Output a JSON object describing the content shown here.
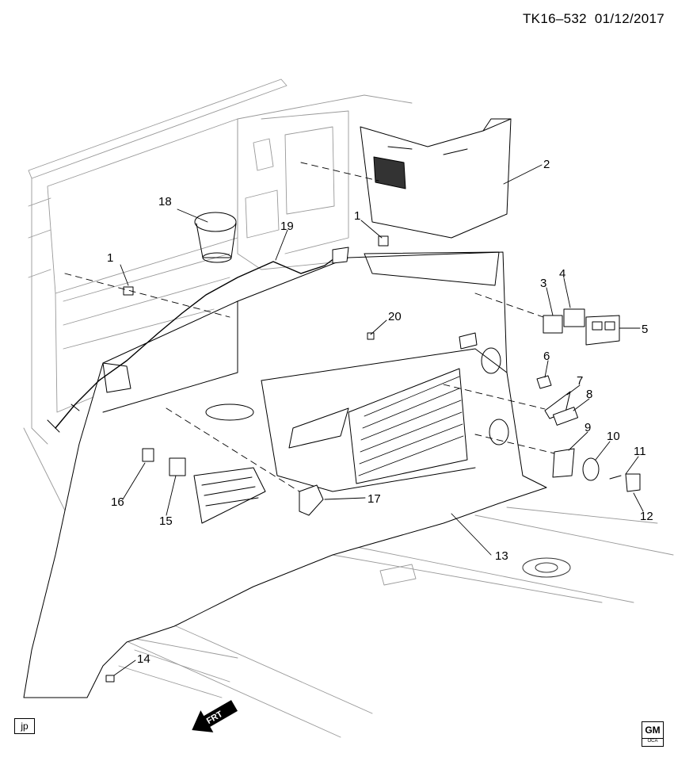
{
  "header": {
    "drawing_code": "TK16–532",
    "date": "01/12/2017"
  },
  "footer": {
    "tag": "jp",
    "logo_text": "GM",
    "logo_sub": "OCA"
  },
  "direction_arrow": {
    "label": "FRT"
  },
  "callouts": [
    {
      "id": "c1a",
      "text": "1"
    },
    {
      "id": "c1b",
      "text": "1"
    },
    {
      "id": "c2",
      "text": "2"
    },
    {
      "id": "c3",
      "text": "3"
    },
    {
      "id": "c4",
      "text": "4"
    },
    {
      "id": "c5",
      "text": "5"
    },
    {
      "id": "c6",
      "text": "6"
    },
    {
      "id": "c7",
      "text": "7"
    },
    {
      "id": "c8",
      "text": "8"
    },
    {
      "id": "c9",
      "text": "9"
    },
    {
      "id": "c10",
      "text": "10"
    },
    {
      "id": "c11",
      "text": "11"
    },
    {
      "id": "c12",
      "text": "12"
    },
    {
      "id": "c13",
      "text": "13"
    },
    {
      "id": "c14",
      "text": "14"
    },
    {
      "id": "c15",
      "text": "15"
    },
    {
      "id": "c16",
      "text": "16"
    },
    {
      "id": "c17",
      "text": "17"
    },
    {
      "id": "c18",
      "text": "18"
    },
    {
      "id": "c19",
      "text": "19"
    },
    {
      "id": "c20",
      "text": "20"
    }
  ]
}
